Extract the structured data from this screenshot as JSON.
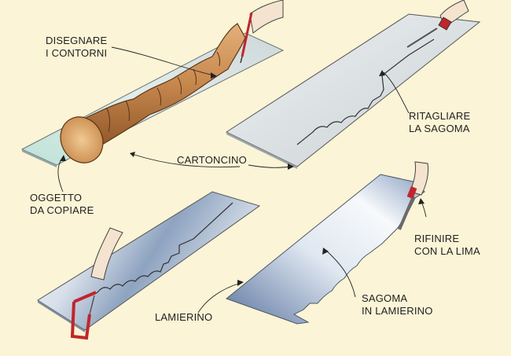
{
  "labels": {
    "draw_outline": "DISEGNARE\nI CONTORNI",
    "cut_template": "RITAGLIARE\nLA SAGOMA",
    "cardboard": "CARTONCINO",
    "object_to_copy": "OGGETTO\nDA COPIARE",
    "file_finish": "RIFINIRE\nCON LA LIMA",
    "sheet_metal": "LAMIERINO",
    "sheet_metal_template": "SAGOMA\nIN LAMIERINO"
  },
  "colors": {
    "background": "#fbf4d6",
    "cardboard": "#dfe4e6",
    "wood": "#c98a4f",
    "metal_light": "#e8edf3",
    "metal_dark": "#6f86a8",
    "saw_frame": "#c0262b",
    "outline": "#333333"
  }
}
